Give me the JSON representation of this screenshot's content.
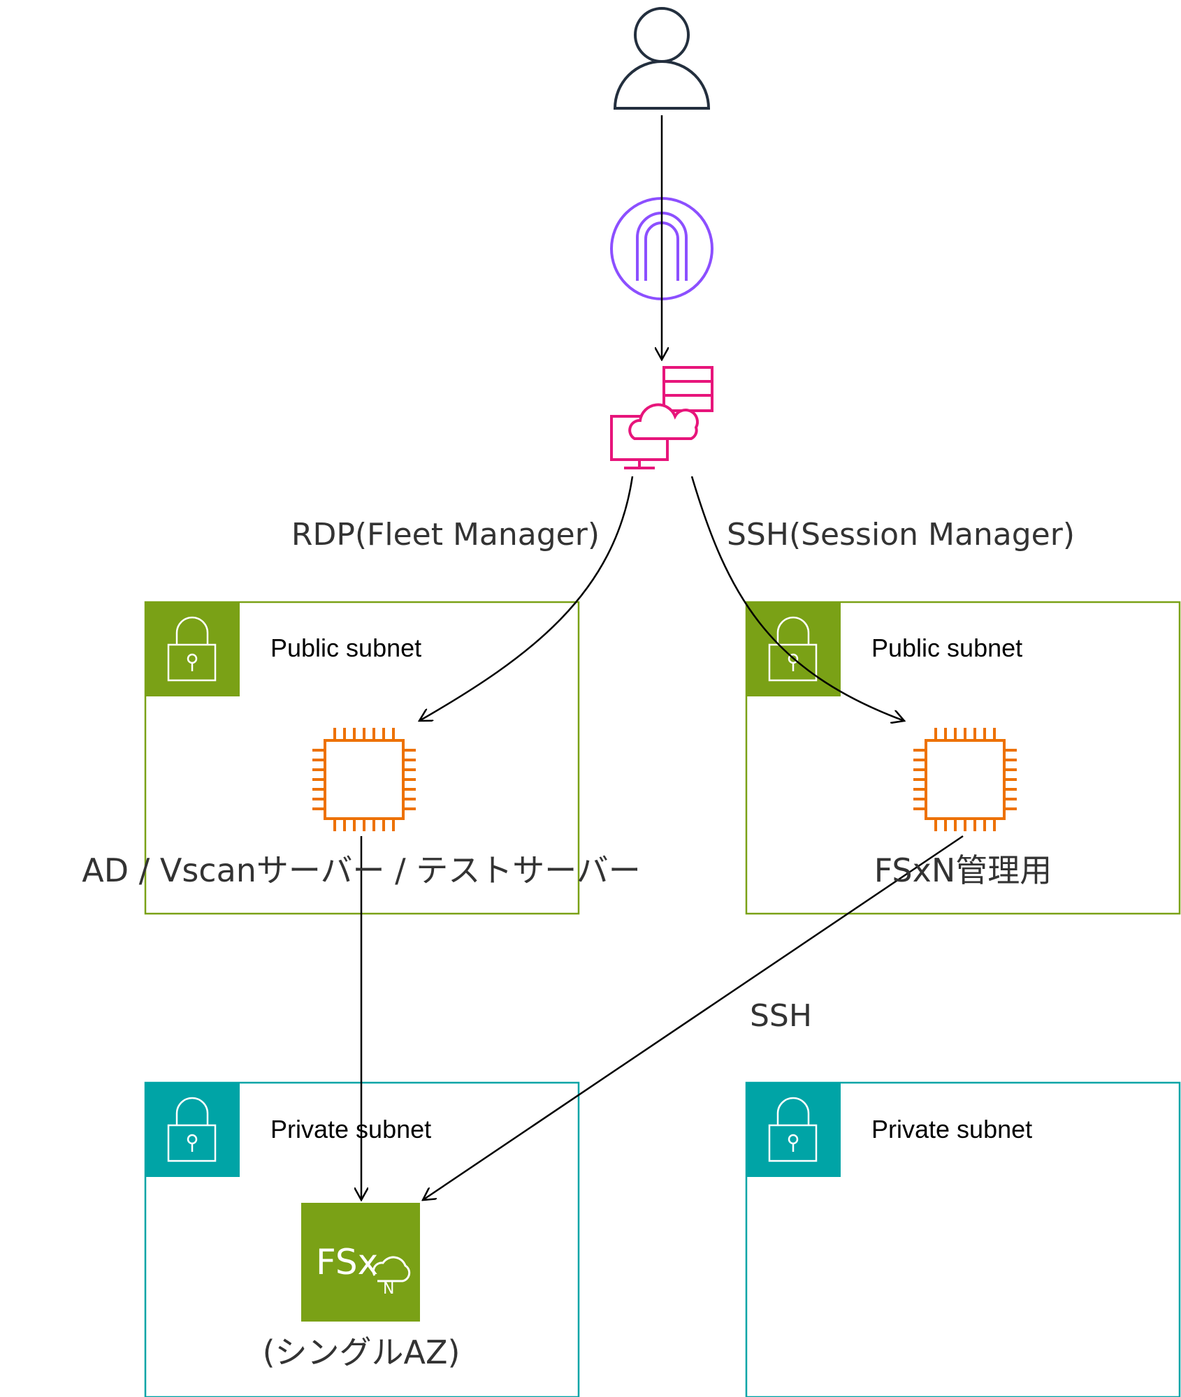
{
  "diagram": {
    "edge_labels": {
      "rdp": "RDP(Fleet Manager)",
      "ssh_session": "SSH(Session Manager)",
      "ssh": "SSH"
    },
    "subnets": {
      "public_left": "Public subnet",
      "public_right": "Public subnet",
      "private_left": "Private subnet",
      "private_right": "Private subnet"
    },
    "nodes": {
      "ec2_left": "AD / Vscanサーバー / テストサーバー",
      "ec2_right": "FSxN管理用",
      "fsx": "(シングルAZ)"
    },
    "fsx_icon_text": {
      "main": "FSx",
      "sub": "N"
    },
    "colors": {
      "public_subnet": "#7AA116",
      "private_subnet": "#00A4A6",
      "ec2": "#ED7100",
      "user": "#232F3E",
      "endpoint": "#8C4FFF",
      "systems_manager": "#E7157B",
      "fsx": "#7AA116",
      "edge": "#000000"
    }
  }
}
